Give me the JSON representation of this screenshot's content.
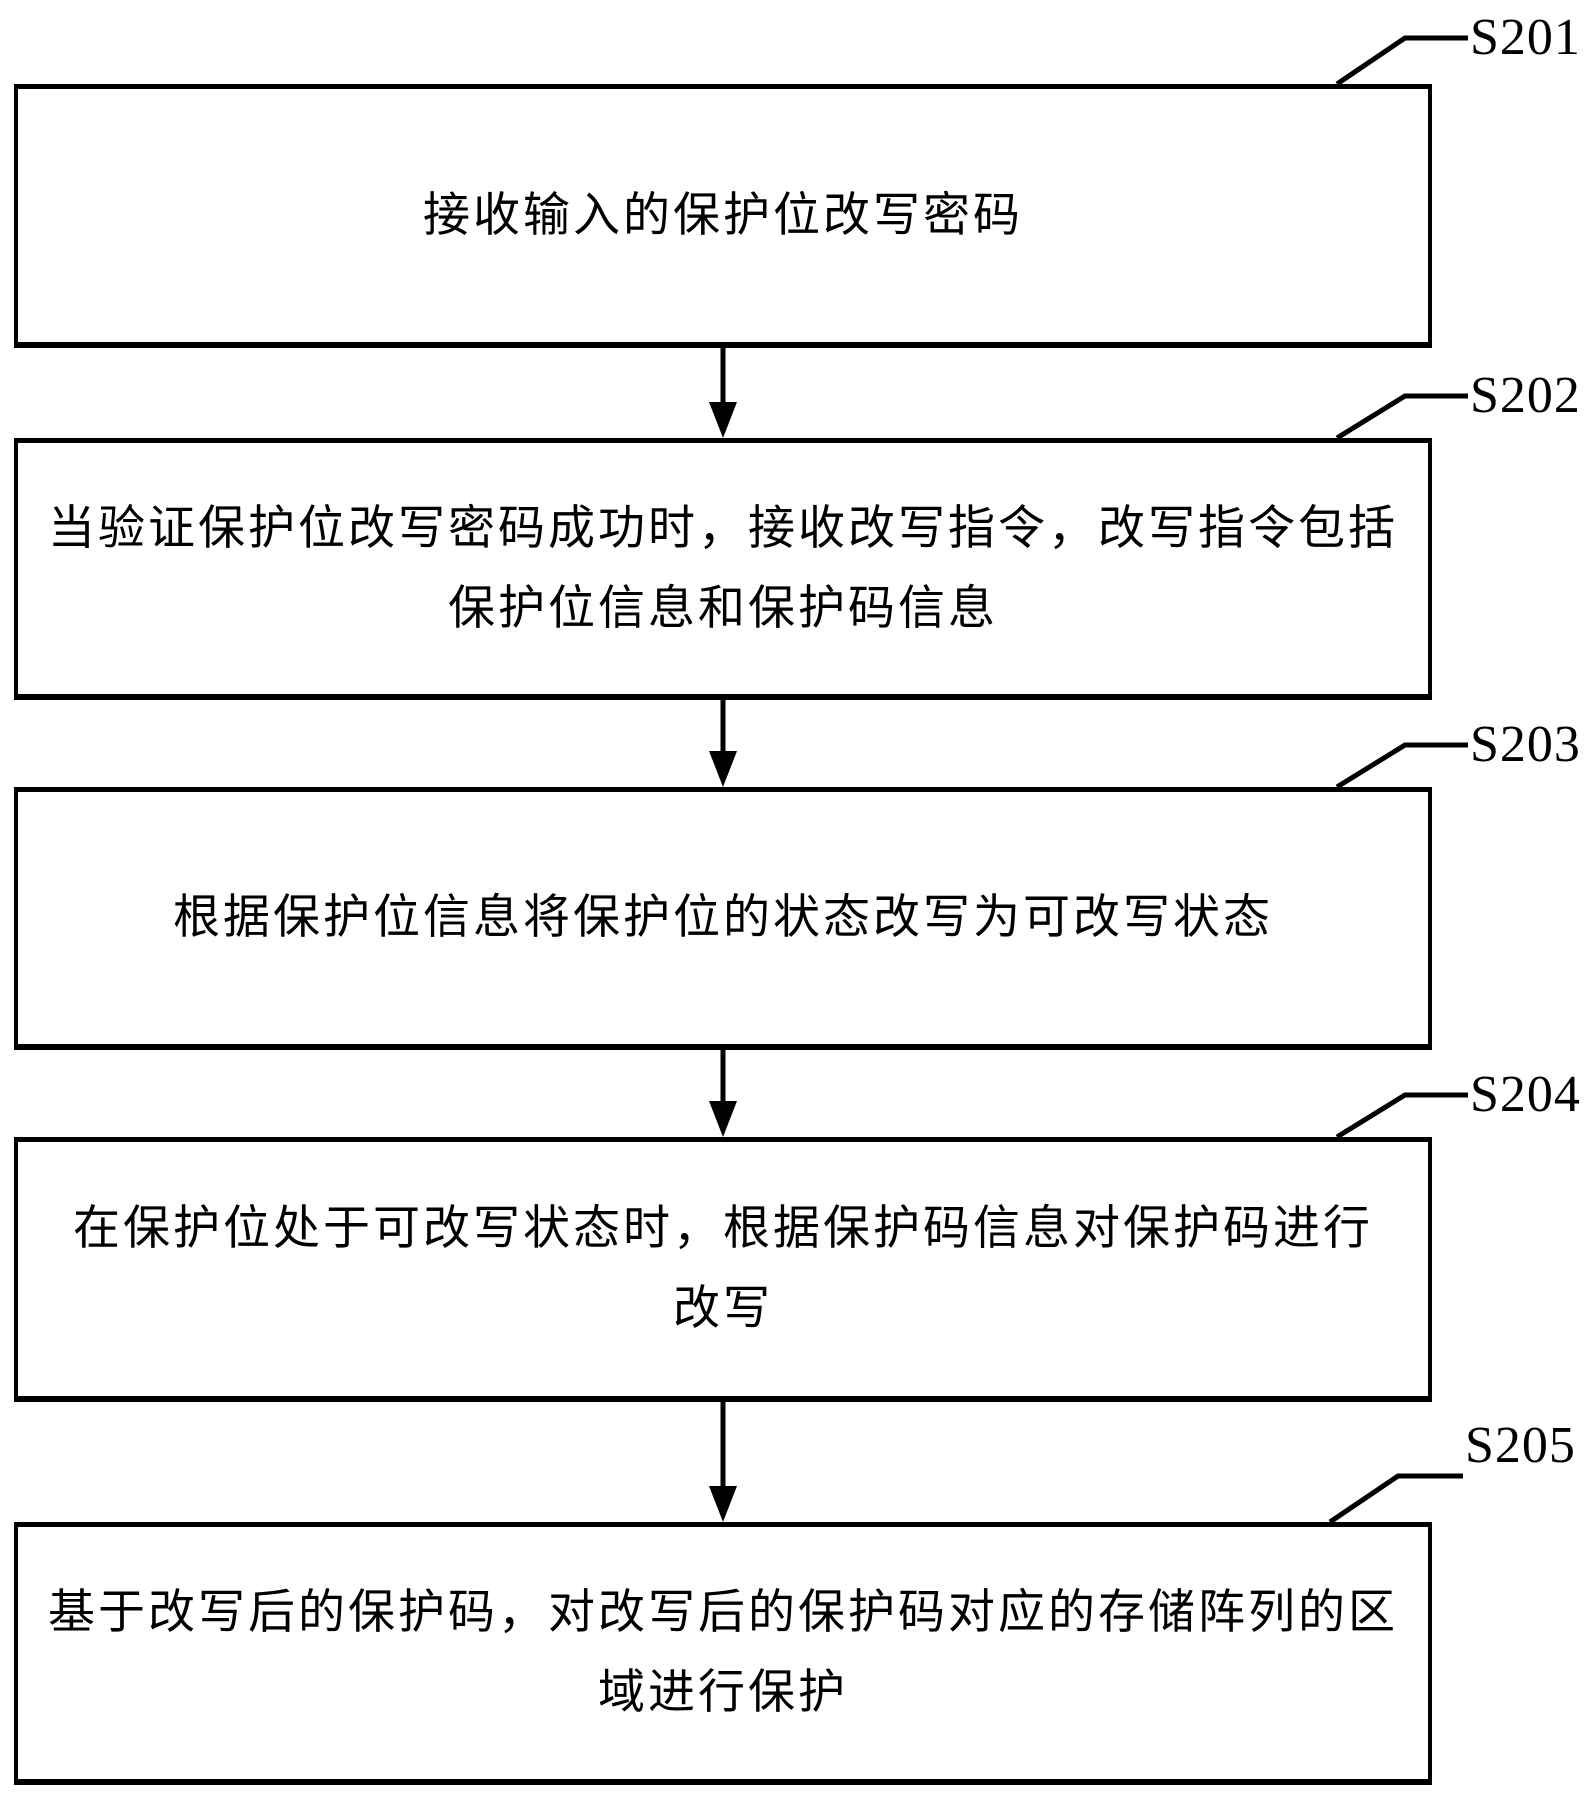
{
  "figure": {
    "type": "flowchart",
    "background_color": "#ffffff",
    "line_color": "#000000",
    "text_color": "#000000",
    "steps": [
      {
        "id": "S201",
        "lines": [
          "接收输入的保护位改写密码"
        ]
      },
      {
        "id": "S202",
        "lines": [
          "当验证保护位改写密码成功时，接收改写指令，改写指令包括",
          "保护位信息和保护码信息"
        ]
      },
      {
        "id": "S203",
        "lines": [
          "根据保护位信息将保护位的状态改写为可改写状态"
        ]
      },
      {
        "id": "S204",
        "lines": [
          "在保护位处于可改写状态时，根据保护码信息对保护码进行",
          "改写"
        ]
      },
      {
        "id": "S205",
        "lines": [
          "基于改写后的保护码，对改写后的保护码对应的存储阵列的区",
          "域进行保护"
        ]
      }
    ]
  }
}
